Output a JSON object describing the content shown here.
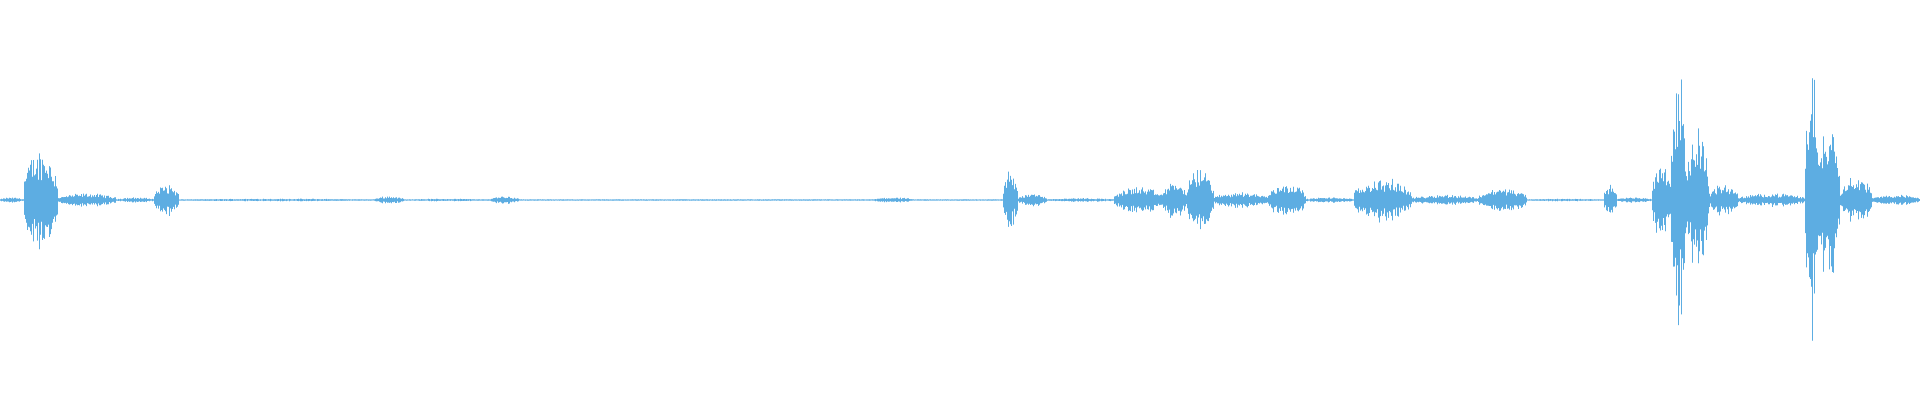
{
  "waveform": {
    "color": "#5DADE2",
    "background": "#FFFFFF",
    "duration_fraction_segments": [
      {
        "start": 0.0,
        "end": 0.012,
        "peak": 0.02
      },
      {
        "start": 0.012,
        "end": 0.03,
        "peak": 0.38
      },
      {
        "start": 0.03,
        "end": 0.06,
        "peak": 0.05
      },
      {
        "start": 0.06,
        "end": 0.08,
        "peak": 0.02
      },
      {
        "start": 0.08,
        "end": 0.093,
        "peak": 0.12
      },
      {
        "start": 0.093,
        "end": 0.195,
        "peak": 0.01
      },
      {
        "start": 0.195,
        "end": 0.21,
        "peak": 0.03
      },
      {
        "start": 0.21,
        "end": 0.255,
        "peak": 0.01
      },
      {
        "start": 0.255,
        "end": 0.27,
        "peak": 0.03
      },
      {
        "start": 0.27,
        "end": 0.455,
        "peak": 0.006
      },
      {
        "start": 0.455,
        "end": 0.475,
        "peak": 0.02
      },
      {
        "start": 0.475,
        "end": 0.522,
        "peak": 0.006
      },
      {
        "start": 0.522,
        "end": 0.53,
        "peak": 0.22
      },
      {
        "start": 0.53,
        "end": 0.545,
        "peak": 0.05
      },
      {
        "start": 0.545,
        "end": 0.58,
        "peak": 0.015
      },
      {
        "start": 0.58,
        "end": 0.605,
        "peak": 0.1
      },
      {
        "start": 0.605,
        "end": 0.618,
        "peak": 0.14
      },
      {
        "start": 0.618,
        "end": 0.632,
        "peak": 0.24
      },
      {
        "start": 0.632,
        "end": 0.66,
        "peak": 0.06
      },
      {
        "start": 0.66,
        "end": 0.68,
        "peak": 0.13
      },
      {
        "start": 0.68,
        "end": 0.705,
        "peak": 0.02
      },
      {
        "start": 0.705,
        "end": 0.735,
        "peak": 0.16
      },
      {
        "start": 0.735,
        "end": 0.77,
        "peak": 0.04
      },
      {
        "start": 0.77,
        "end": 0.795,
        "peak": 0.09
      },
      {
        "start": 0.795,
        "end": 0.835,
        "peak": 0.01
      },
      {
        "start": 0.835,
        "end": 0.842,
        "peak": 0.12
      },
      {
        "start": 0.842,
        "end": 0.86,
        "peak": 0.02
      },
      {
        "start": 0.86,
        "end": 0.87,
        "peak": 0.3
      },
      {
        "start": 0.87,
        "end": 0.878,
        "peak": 0.95
      },
      {
        "start": 0.878,
        "end": 0.89,
        "peak": 0.55
      },
      {
        "start": 0.89,
        "end": 0.905,
        "peak": 0.12
      },
      {
        "start": 0.905,
        "end": 0.94,
        "peak": 0.05
      },
      {
        "start": 0.94,
        "end": 0.947,
        "peak": 1.0
      },
      {
        "start": 0.947,
        "end": 0.958,
        "peak": 0.65
      },
      {
        "start": 0.958,
        "end": 0.975,
        "peak": 0.18
      },
      {
        "start": 0.975,
        "end": 1.0,
        "peak": 0.04
      }
    ]
  }
}
